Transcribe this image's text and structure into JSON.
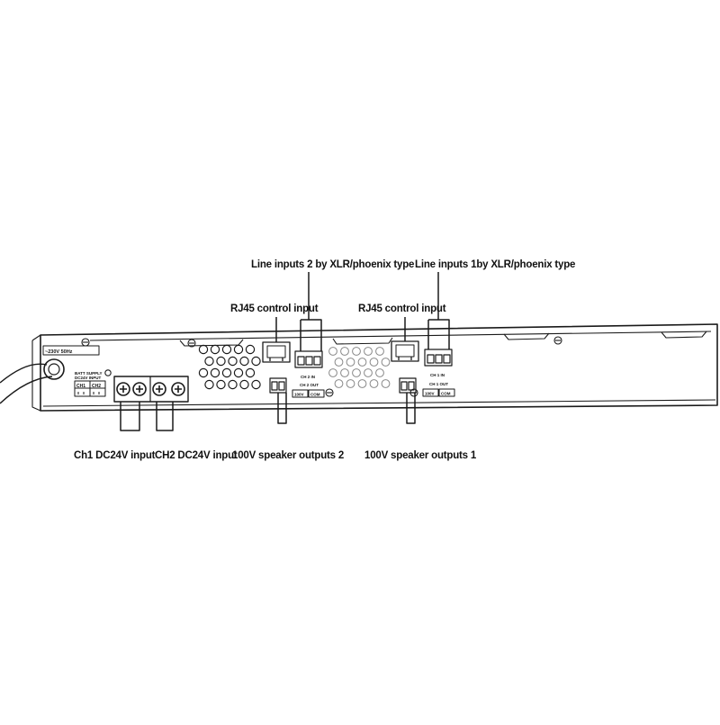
{
  "labels": {
    "line_inputs_2": "Line inputs 2 by XLR/phoenix type",
    "line_inputs_1": "Line inputs 1by XLR/phoenix type",
    "rj45_2": "RJ45 control input",
    "rj45_1": "RJ45 control input",
    "ch1_dc": "Ch1 DC24V input",
    "ch2_dc": "CH2 DC24V input",
    "spk_2": "100V speaker outputs 2",
    "spk_1": "100V speaker outputs 1"
  },
  "panel_text": {
    "mains": "~230V 50Hz",
    "batt_line1": "BATT SUPPLY",
    "batt_line2": "DC24V INPUT",
    "ch1": "CH1",
    "ch2": "CH2",
    "ch2_in": "CH 2 IN",
    "ch2_out": "CH 2 OUT",
    "ch1_in": "CH 1 IN",
    "ch1_out": "CH 1 OUT",
    "v100_a": "100V",
    "com_a": "COM",
    "v100_b": "100V",
    "com_b": "COM"
  },
  "colors": {
    "line": "#1a1a1a",
    "panel_fill": "#ffffff",
    "background": "#ffffff"
  }
}
